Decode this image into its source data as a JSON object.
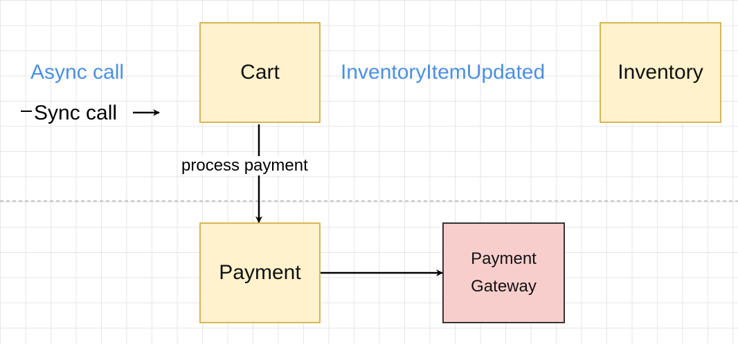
{
  "legend": {
    "async_label": "Async call",
    "sync_label": "Sync call",
    "async_color": "#4a90e2"
  },
  "nodes": {
    "cart": "Cart",
    "inventory": "Inventory",
    "payment": "Payment",
    "payment_gateway_line1": "Payment",
    "payment_gateway_line2": "Gateway"
  },
  "edges": {
    "cart_to_payment_label": "process payment",
    "cart_to_inventory_event": "InventoryItemUpdated"
  },
  "colors": {
    "service_fill": "#fff2cc",
    "service_border": "#d6b656",
    "external_fill": "#f8cecc",
    "external_border": "#333333",
    "divider": "#b3b3b3"
  }
}
